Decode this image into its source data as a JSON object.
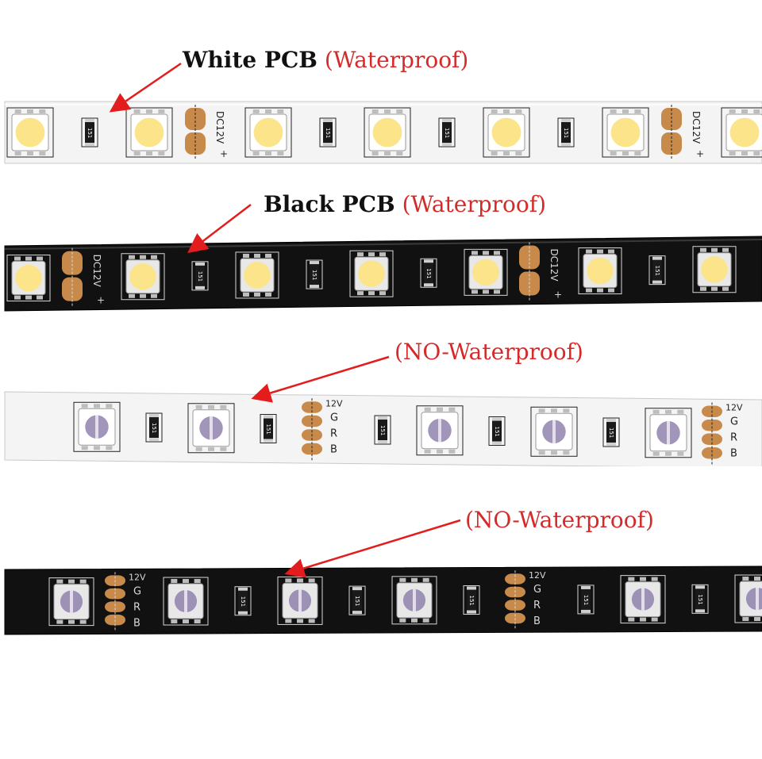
{
  "labels": [
    {
      "id": "white-pcb",
      "bold": "White PCB",
      "red": "(Waterproof)"
    },
    {
      "id": "black-pcb",
      "bold": "Black PCB",
      "red": "(Waterproof)"
    },
    {
      "id": "white-rgb",
      "bold": "",
      "red": "(NO-Waterproof)"
    },
    {
      "id": "black-rgb",
      "bold": "",
      "red": "(NO-Waterproof)"
    }
  ],
  "strip_text": {
    "voltage_single": "DC12V",
    "voltage_rgb": "12V",
    "resistor_code": "151",
    "channels": [
      "G",
      "R",
      "B"
    ],
    "plus": "+"
  },
  "colors": {
    "label_red": "#d42a2a",
    "arrow_red": "#e31d1d",
    "white_pcb": "#f4f4f4",
    "black_pcb": "#111111",
    "warm_white_led": "#fbe48a",
    "rgb_led_core": "#8a7aa8",
    "copper_pad": "#c88a4a"
  }
}
